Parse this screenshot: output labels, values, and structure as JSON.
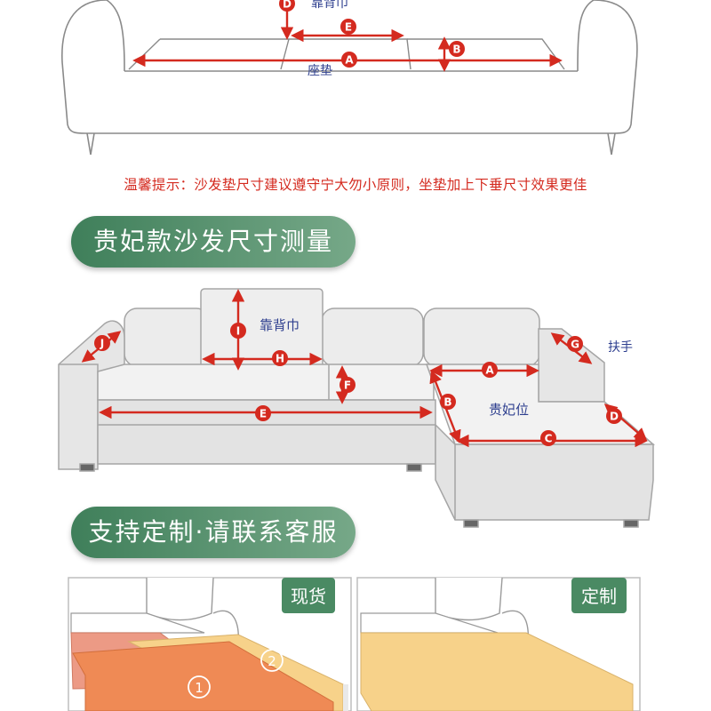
{
  "top_sofa": {
    "backrest_label": "靠背巾",
    "seat_label": "座垫",
    "markers": {
      "d": "D",
      "e": "E",
      "a": "A",
      "b": "B"
    }
  },
  "tip": "温馨提示：沙发垫尺寸建议遵守宁大勿小原则，坐垫加上下垂尺寸效果更佳",
  "banner_1": "贵妃款沙发尺寸测量",
  "l_sofa": {
    "backrest_label": "靠背巾",
    "chaise_label": "贵妃位",
    "armrest_label": "扶手",
    "markers": {
      "i": "I",
      "h": "H",
      "j": "J",
      "f": "F",
      "e": "E",
      "a": "A",
      "b": "B",
      "c": "C",
      "d": "D",
      "g": "G"
    }
  },
  "banner_2": "支持定制·请联系客服",
  "panels": {
    "stock_label": "现货",
    "custom_label": "定制",
    "piece_1": "1",
    "piece_2": "2"
  },
  "colors": {
    "measure_red": "#d42a1f",
    "banner_green": "#4a8a63",
    "cushion_orange": "#ef8a55",
    "cushion_pink": "#ec9a85",
    "cushion_yellow": "#f7d28a"
  }
}
